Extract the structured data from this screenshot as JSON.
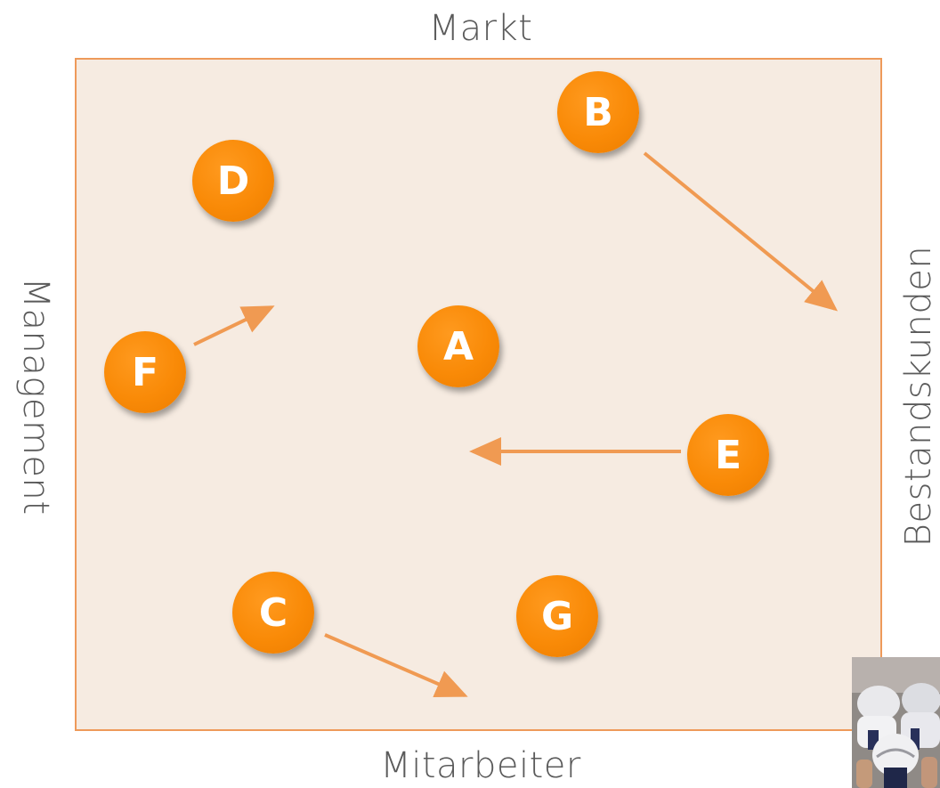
{
  "labels": {
    "top": "Markt",
    "bottom": "Mitarbeiter",
    "left": "Management",
    "right": "Bestandskunden"
  },
  "nodes": {
    "A": "A",
    "B": "B",
    "C": "C",
    "D": "D",
    "E": "E",
    "F": "F",
    "G": "G"
  },
  "arrows": [
    {
      "from": "B",
      "direction": "down-right"
    },
    {
      "from": "F",
      "direction": "up-right"
    },
    {
      "from": "E",
      "direction": "left"
    },
    {
      "from": "C",
      "direction": "down-right"
    }
  ],
  "colors": {
    "field_fill": "#f6ebe1",
    "field_border": "#ee9a5a",
    "node_fill": "#f98a07",
    "arrow": "#f09a52",
    "label_text": "#5a5a5a"
  },
  "photo": {
    "subject": "football-players-photo"
  }
}
